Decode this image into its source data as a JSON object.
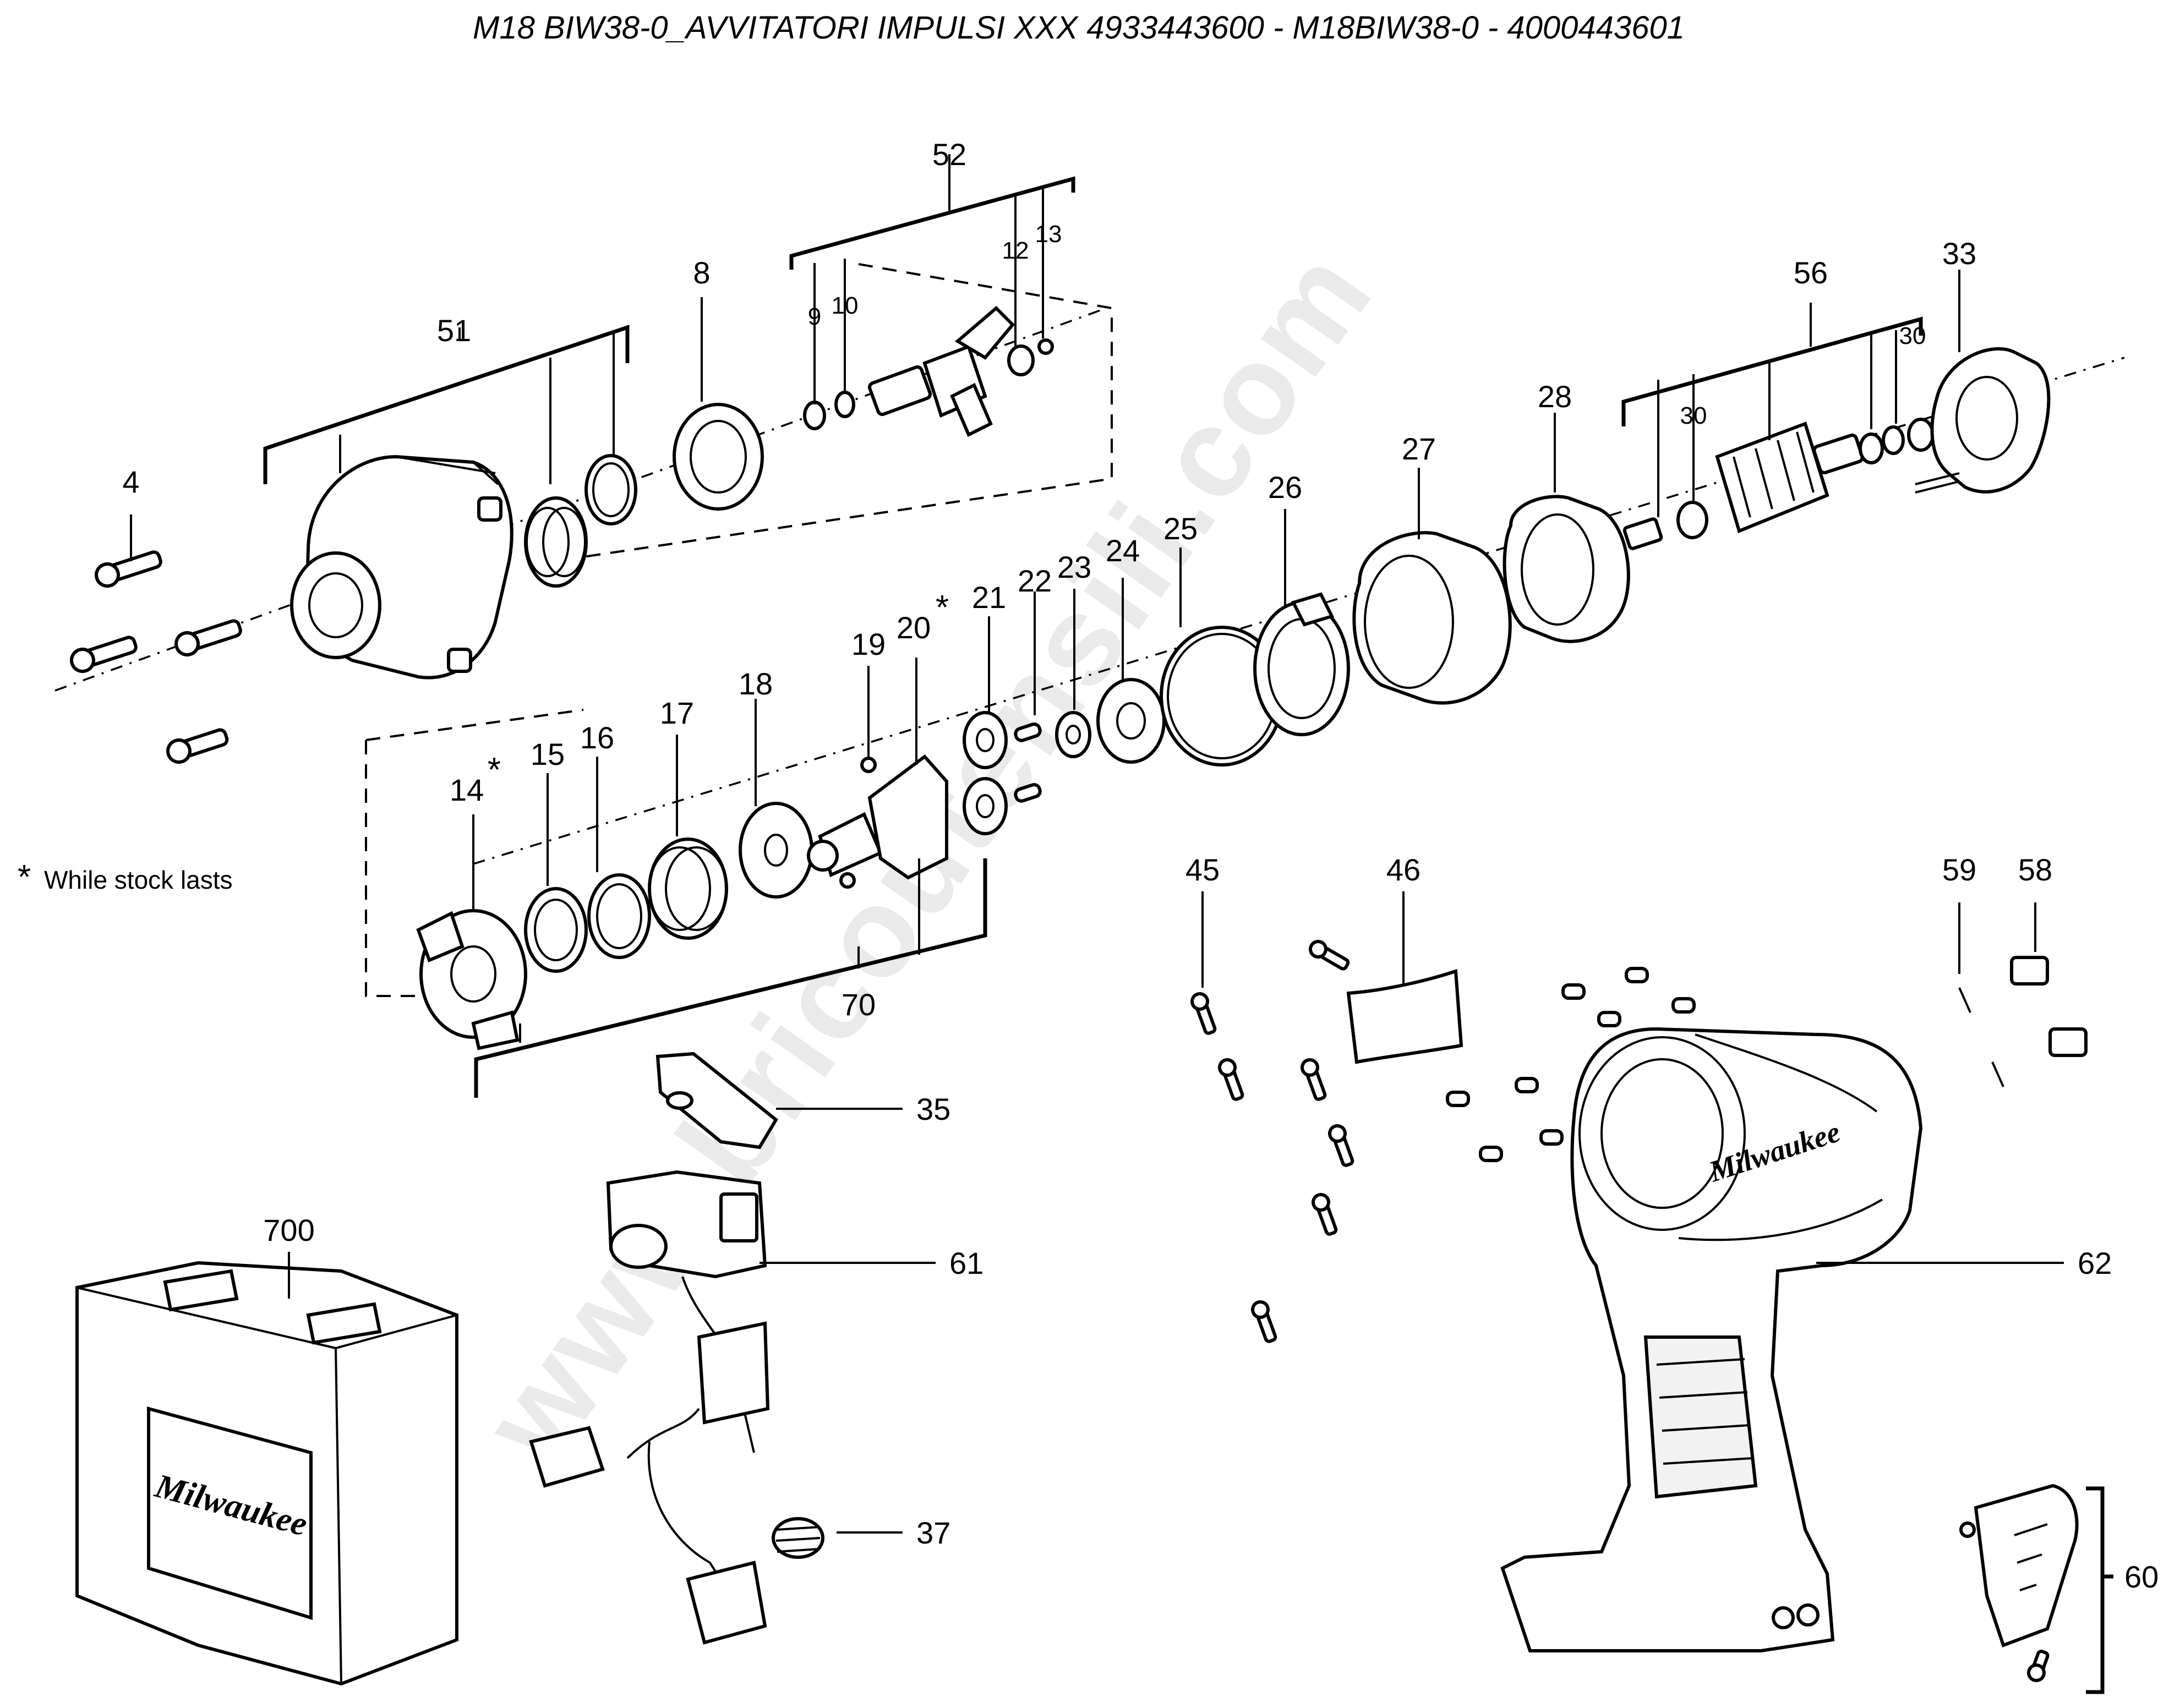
{
  "title": "M18 BIW38-0_AVVITATORI IMPULSI XXX 4933443600 - M18BIW38-0 - 4000443601",
  "watermark": "www.bricoutensili.com",
  "footnote": {
    "star": "*",
    "text": "While stock lasts"
  },
  "part_labels": {
    "p4": "4",
    "p8": "8",
    "p9": "9",
    "p10": "10",
    "p12": "12",
    "p13": "13",
    "p14": "14",
    "p15": "15",
    "p16": "16",
    "p17": "17",
    "p18": "18",
    "p19": "19",
    "p20": "20",
    "p21": "21",
    "p22": "22",
    "p23": "23",
    "p24": "24",
    "p25": "25",
    "p26": "26",
    "p27": "27",
    "p28": "28",
    "p30a": "30",
    "p30b": "30",
    "p33": "33",
    "p35": "35",
    "p37": "37",
    "p45": "45",
    "p46": "46",
    "p51": "51",
    "p52": "52",
    "p56": "56",
    "p58": "58",
    "p59": "59",
    "p60": "60",
    "p61": "61",
    "p62": "62",
    "p70": "70",
    "p700": "700"
  },
  "asterisk_parts": {
    "p14_star": "*",
    "p20_star": "*"
  },
  "brand_logo": "Milwaukee"
}
